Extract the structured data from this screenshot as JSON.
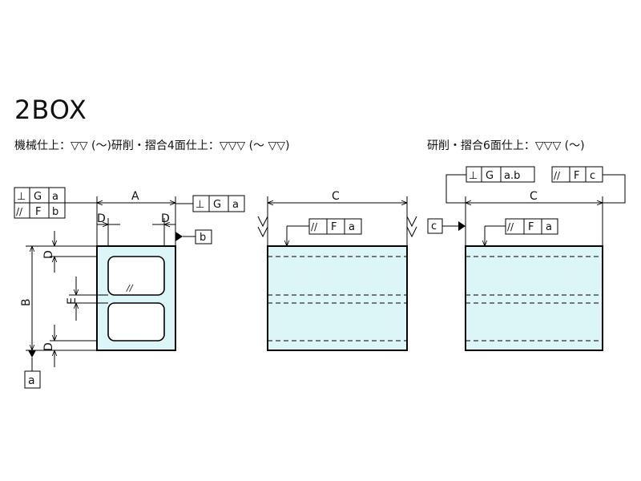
{
  "title": "2BOX",
  "notes": {
    "left": "機械仕上：▽▽ (〜)研削・摺合4面仕上：▽▽▽ (〜 ▽▽)",
    "right": "研削・摺合6面仕上：▽▽▽ (〜)"
  },
  "colors": {
    "fill": "#dcf5f6",
    "line": "#000000"
  },
  "dims": {
    "A": "A",
    "B": "B",
    "C": "C",
    "D": "D",
    "E": "E"
  },
  "datums": {
    "a": "a",
    "b": "b",
    "c": "c"
  },
  "symbols": {
    "perp": "⊥",
    "parallel": "//",
    "G": "G",
    "F": "F",
    "ab": "a.b",
    "diameter": "//"
  }
}
